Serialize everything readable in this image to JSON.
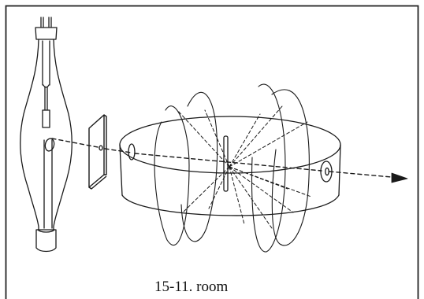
{
  "figure": {
    "caption": "15-11. room"
  },
  "colors": {
    "ink": "#1a1a1a",
    "paper": "#ffffff",
    "frame": "#222222"
  },
  "parts": {
    "tube": "x-ray-tube",
    "slit": "collimator-slit",
    "camera": "cylindrical-camera",
    "beam": "dashed-x-ray-beam",
    "arrow": "beam-arrow"
  }
}
